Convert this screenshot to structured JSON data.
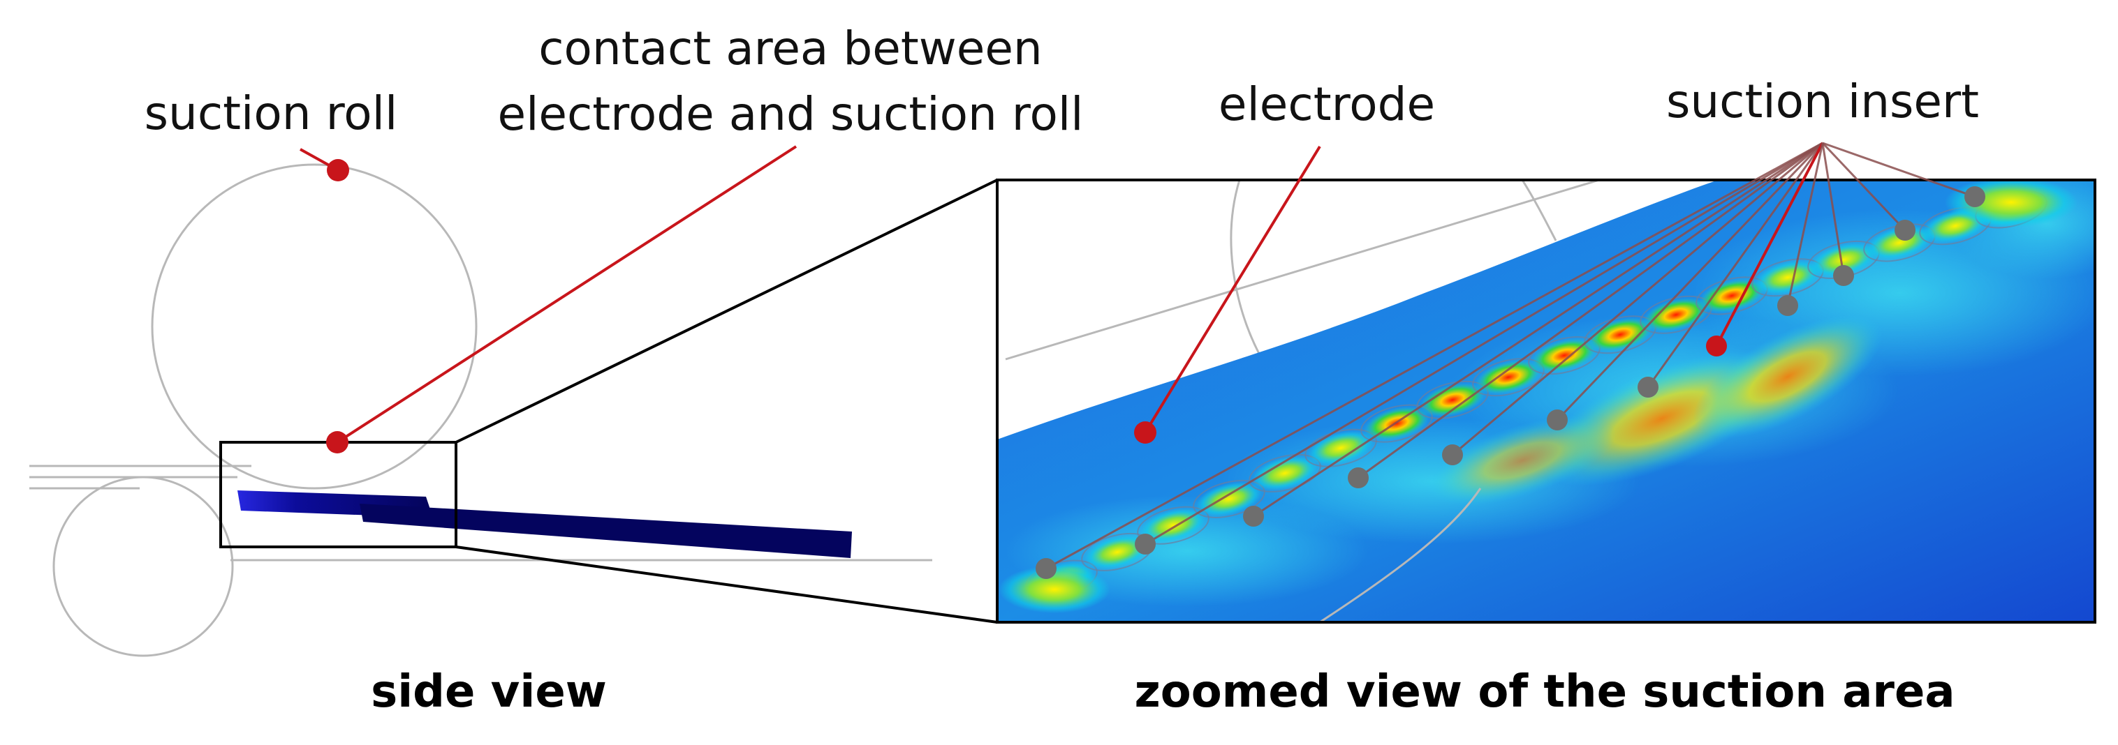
{
  "labels": {
    "suction_roll": "suction roll",
    "contact_area_line1": "contact area between",
    "contact_area_line2": "electrode and suction roll",
    "electrode": "electrode",
    "suction_insert": "suction insert"
  },
  "captions": {
    "side_view": "side view",
    "zoomed_view": "zoomed view of the suction area"
  },
  "colors": {
    "leader_red": "#c8151b",
    "leader_brown": "#8a4e4e",
    "insert_marker_gray": "#6e6e6e",
    "electrode_blue": "#0a0a6e",
    "frame": "#000000",
    "outline_gray": "#b8b8b8"
  }
}
